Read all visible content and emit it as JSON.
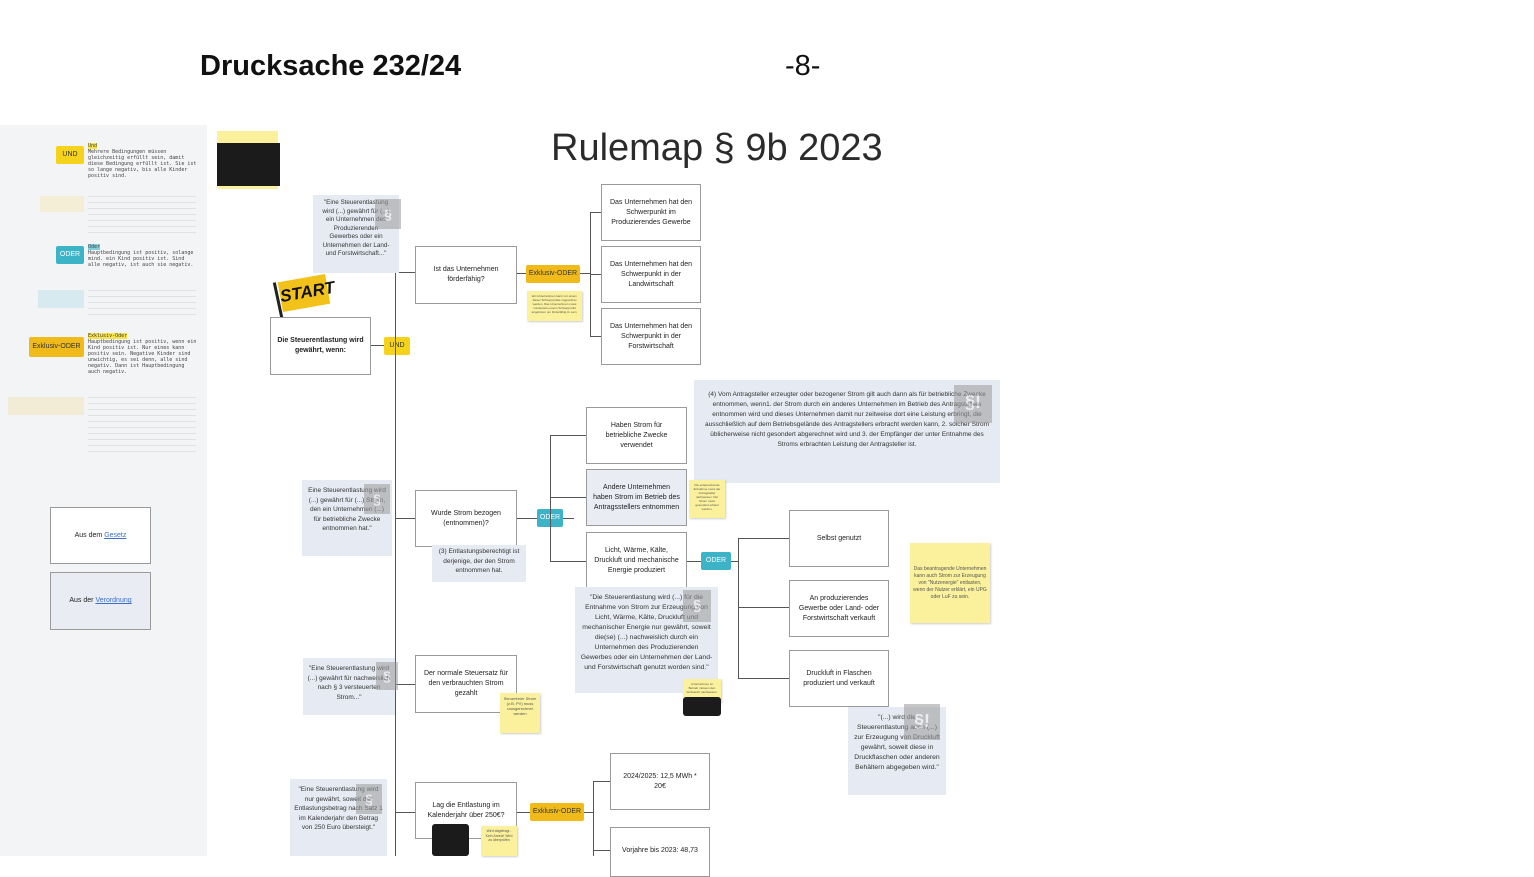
{
  "header": {
    "doc_label": "Drucksache 232/24",
    "page_number": "-8-"
  },
  "title": "Rulemap § 9b  2023",
  "legend": {
    "und_tag": "UND",
    "und_heading": "Und",
    "und_text": "Mehrere Bedingungen müssen gleichzeitig erfüllt sein, damit diese Bedingung erfüllt ist. Sie ist so lange negativ, bis alle Kinder positiv sind.",
    "oder_tag": "ODER",
    "oder_heading": "Oder",
    "oder_text": "Hauptbedingung ist positiv, solange mind. ein Kind positiv ist. Sind alle negativ, ist auch sie negativ.",
    "xor_tag": "Exklusiv-ODER",
    "xor_heading": "Exklusiv-Oder",
    "xor_text": "Hauptbedingung ist positiv, wenn ein Kind positiv ist. Nur eines kann positiv sein. Negative Kinder sind unwichtig, es sei denn, alle sind negativ. Dann ist Hauptbedingung auch negativ.",
    "gesetz_prefix": "Aus dem ",
    "gesetz_link": "Gesetz",
    "verordnung_prefix": "Aus der ",
    "verordnung_link": "Verordnung"
  },
  "start_label": "START",
  "root": {
    "label": "Die Steuerentlastung wird gewährt, wenn:",
    "operator": "UND"
  },
  "branch1": {
    "quote": "\"Eine Steuerentlastung wird (...) gewährt für (...) ein Unternehmen des Produzierenden Gewerbes oder ein Unternehmen der Land- und Forstwirtschaft...\"",
    "question": "Ist das Unternehmen förderfähig?",
    "operator": "Exklusiv-ODER",
    "sticky": "Ein Unternehmen kann nur einem dieser Schwerpunkte zugeordnet werden. Das Unternehmen muss mindestens einem Schwerpunkt angehören um förderfähig zu sein.",
    "options": [
      "Das Unternehmen hat den Schwerpunkt im Produzierendes Gewerbe",
      "Das Unternehmen hat den Schwerpunkt in der Landwirtschaft",
      "Das Unternehmen hat den Schwerpunkt in der Forstwirtschaft"
    ]
  },
  "branch2": {
    "quote": "Eine Steuerentlastung wird (...) gewährt für (...) Strom, den ein Unternehmen (...) für betriebliche Zwecke entnommen hat.\"",
    "question": "Wurde Strom bezogen (entnommen)?",
    "note": "(3) Entlastungsberechtigt ist derjenige, der den Strom entnommen hat.",
    "operator": "ODER",
    "options": [
      "Haben Strom für betriebliche Zwecke verwendet",
      "Andere Unternehmen haben Strom im Betrieb des Antragsstellers entnommen",
      "Licht, Wärme, Kälte, Druckluft und mechanische Energie produziert"
    ],
    "sticky_other": "Die entsprechende Entnahme muss der Antragsteller nachweisen. Der Strom muss gesondert erfasst werden.",
    "law_quote": "(4) Vom Antragsteller erzeugter oder bezogener Strom gilt auch dann als für betriebliche Zwecke entnommen, wenn1. der Strom durch ein anderes Unternehmen im Betrieb des Antragstellers entnommen wird und dieses Unternehmen damit nur zeitweise dort eine Leistung erbringt, die ausschließlich auf dem Betriebsgelände des Antragstellers erbracht werden kann, 2. solcher Strom üblicherweise nicht gesondert abgerechnet wird und 3. der Empfänger der unter Entnahme des Stroms erbrachten Leistung der Antragsteller ist.",
    "energy_quote": "\"Die Steuerentlastung wird (...) für die Entnahme von Strom zur Erzeugung von Licht, Wärme, Kälte, Druckluft und mechanischer Energie nur gewährt, soweit die(se) (...) nachweislich durch ein Unternehmen des Produzierenden Gewerbes oder ein Unternehmen der Land- und Forstwirtschaft genutzt worden sind.\"",
    "energy_sticky": "Unternehmen im Betrieb müssen den Verbrauch nachweisen.",
    "energy_operator": "ODER",
    "energy_options": [
      "Selbst genutzt",
      "An produzierendes Gewerbe oder Land- oder Forstwirtschaft verkauft",
      "Druckluft in Flaschen produziert und verkauft"
    ],
    "useful_energy_sticky": "Das beantragende Unternehmen kann auch Strom zur Erzeugung von \"Nutzenergie\" entlasten, wenn der Nutzer erklärt, ein UPG oder LuF zu sein.",
    "druckluft_quote": "\"(...) wird die Steuerentlastung auch (...) zur Erzeugung von Druckluft gewährt, soweit diese in Druckflaschen oder anderen Behältern abgegeben wird.\""
  },
  "branch3": {
    "quote": "\"Eine Steuerentlastung wird (...) gewährt für nachweislich nach § 3 versteuerten Strom...\"",
    "question": "Der normale Steuersatz für den verbrauchten Strom gezahlt",
    "sticky": "Steuerfreier Strom (z.B. PV) muss rausgerechnet werden"
  },
  "branch4": {
    "quote": "\"Eine Steuerentlastung wird nur gewährt, soweit der Entlastungsbetrag nach Satz 1 im Kalenderjahr den Betrag von 250 Euro übersteigt.\"",
    "question": "Lag die Entlastung im Kalenderjahr über 250€?",
    "operator": "Exklusiv-ODER",
    "sticky": "Wird abgefragt - Kein Anreiz! Wird zu überprüfen",
    "options": [
      "2024/2025: 12,5 MWh * 20€",
      "Vorjahre bis 2023: 48,73"
    ]
  },
  "colors": {
    "und": "#f6d31b",
    "oder": "#3cb3c6",
    "xor": "#f0bb1a",
    "sticky": "#fbf19c",
    "quote_bg": "#e6ebf3"
  }
}
